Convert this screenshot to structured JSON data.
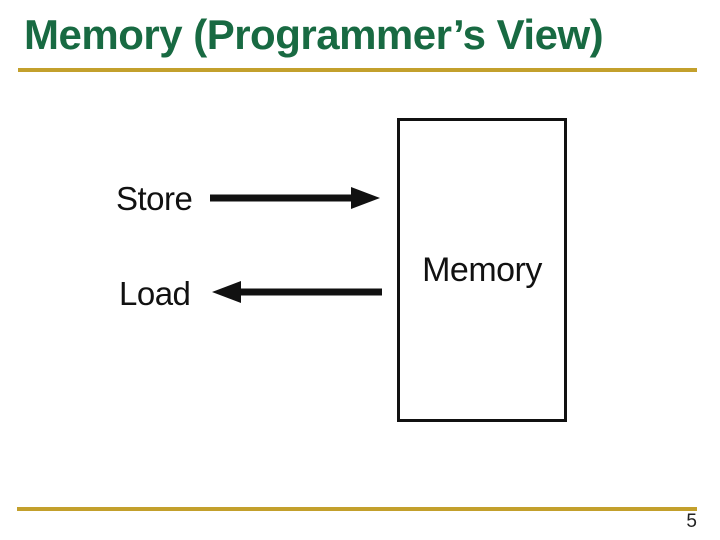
{
  "slide": {
    "title": "Memory (Programmer’s View)",
    "page_number": "5",
    "colors": {
      "title_green": "#186a42",
      "rule_gold": "#c3a02c",
      "diagram_black": "#111111"
    }
  },
  "diagram": {
    "memory_box_label": "Memory",
    "store_label": "Store",
    "load_label": "Load",
    "arrows": [
      {
        "name": "store-arrow",
        "from": "Store",
        "to": "Memory",
        "direction": "right"
      },
      {
        "name": "load-arrow",
        "from": "Memory",
        "to": "Load",
        "direction": "left"
      }
    ]
  }
}
